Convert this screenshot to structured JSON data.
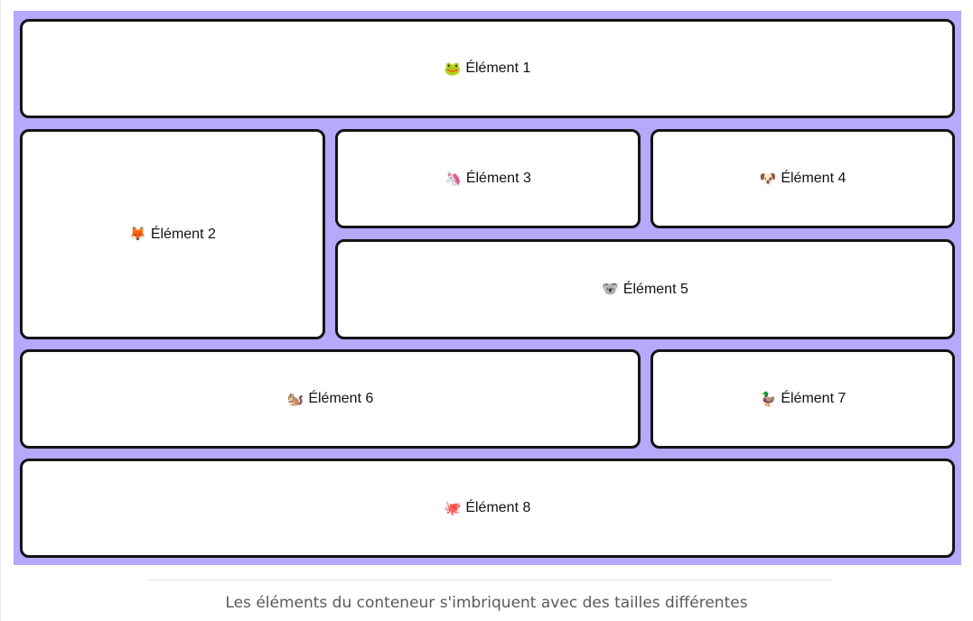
{
  "layout": {
    "items": [
      {
        "icon": "frog-icon",
        "glyph": "🐸",
        "label": "Élément 1"
      },
      {
        "icon": "fox-icon",
        "glyph": "🦊",
        "label": "Élément 2"
      },
      {
        "icon": "unicorn-icon",
        "glyph": "🦄",
        "label": "Élément 3"
      },
      {
        "icon": "dog-icon",
        "glyph": "🐶",
        "label": "Élément 4"
      },
      {
        "icon": "koala-icon",
        "glyph": "🐨",
        "label": "Élément 5"
      },
      {
        "icon": "squirrel-icon",
        "glyph": "🐿️",
        "label": "Élément 6"
      },
      {
        "icon": "duck-icon",
        "glyph": "🦆",
        "label": "Élément 7"
      },
      {
        "icon": "octopus-icon",
        "glyph": "🐙",
        "label": "Élément 8"
      }
    ]
  },
  "caption": "Les éléments du conteneur s'imbriquent avec des tailles différentes",
  "colors": {
    "container_background": "#b4a9fb",
    "cell_background": "#ffffff",
    "cell_border": "#141414",
    "caption_text": "#5a5a5a"
  }
}
